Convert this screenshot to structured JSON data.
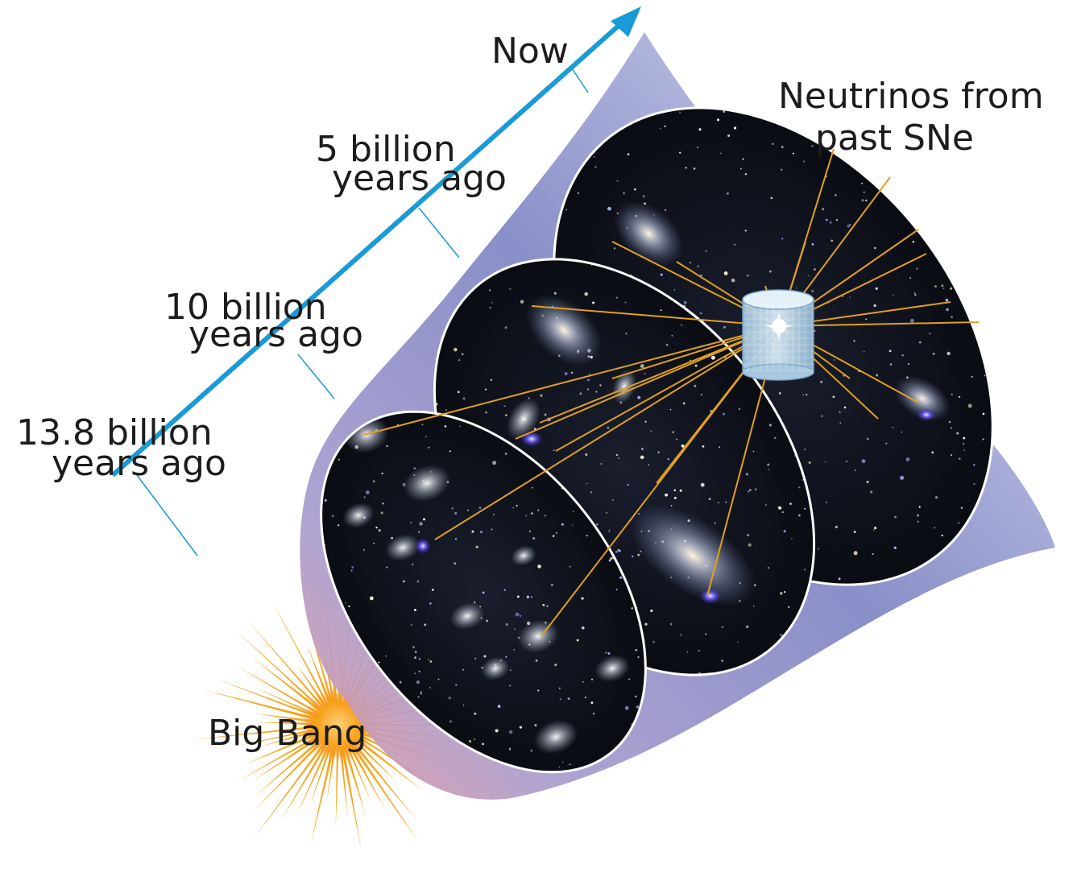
{
  "labels": {
    "now": "Now",
    "five_billion_line1": "5 billion",
    "five_billion_line2": "years ago",
    "ten_billion_line1": "10 billion",
    "ten_billion_line2": "years ago",
    "earliest_line1": "13.8 billion",
    "earliest_line2": "years ago",
    "big_bang": "Big Bang",
    "neutrinos_line1": "Neutrinos from",
    "neutrinos_line2": "past SNe"
  },
  "colors": {
    "time_arrow": "#1a9ad6",
    "cone": "#8c90c8",
    "neutrino_lines": "#e0a020",
    "burst": "#f5a623",
    "space": "#0b0d16",
    "detector": "#bcd8ea"
  }
}
